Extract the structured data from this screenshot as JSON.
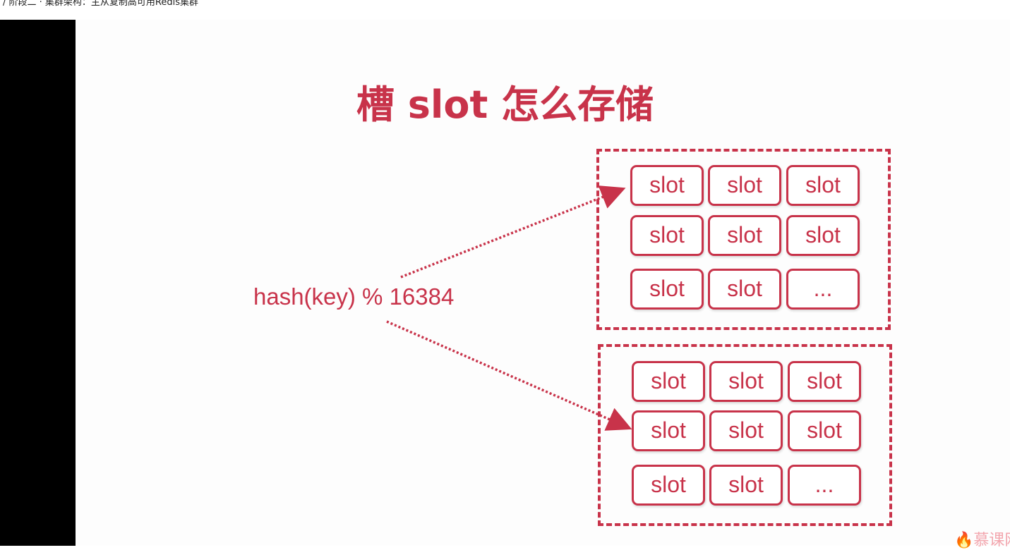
{
  "breadcrumb": "/  阶段二 · 集群架构：主从复制高可用Redis集群",
  "slide": {
    "title": "槽 slot 怎么存储",
    "formula": "hash(key) % 16384",
    "groups": [
      {
        "slots": [
          "slot",
          "slot",
          "slot",
          "slot",
          "slot",
          "slot",
          "slot",
          "slot",
          "..."
        ]
      },
      {
        "slots": [
          "slot",
          "slot",
          "slot",
          "slot",
          "slot",
          "slot",
          "slot",
          "slot",
          "..."
        ]
      }
    ]
  },
  "logo": "慕课网",
  "colors": {
    "accent": "#c8334a"
  }
}
